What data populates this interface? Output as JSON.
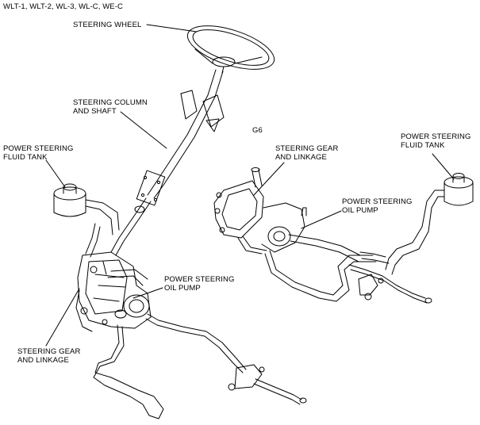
{
  "header": {
    "models": "WLT-1, WLT-2, WL-3, WL-C, WE-C"
  },
  "variant_label": "G6",
  "labels": {
    "steering_wheel": "STEERING WHEEL",
    "steering_column": {
      "line1": "STEERING COLUMN",
      "line2": "AND SHAFT"
    },
    "left_fluid_tank": {
      "line1": "POWER STEERING",
      "line2": "FLUID TANK"
    },
    "left_oil_pump": {
      "line1": "POWER STEERING",
      "line2": "OIL PUMP"
    },
    "left_gear_linkage": {
      "line1": "STEERING GEAR",
      "line2": "AND LINKAGE"
    },
    "right_gear_linkage": {
      "line1": "STEERING GEAR",
      "line2": "AND LINKAGE"
    },
    "right_oil_pump": {
      "line1": "POWER STEERING",
      "line2": "OIL PUMP"
    },
    "right_fluid_tank": {
      "line1": "POWER STEERING",
      "line2": "FLUID TANK"
    }
  }
}
